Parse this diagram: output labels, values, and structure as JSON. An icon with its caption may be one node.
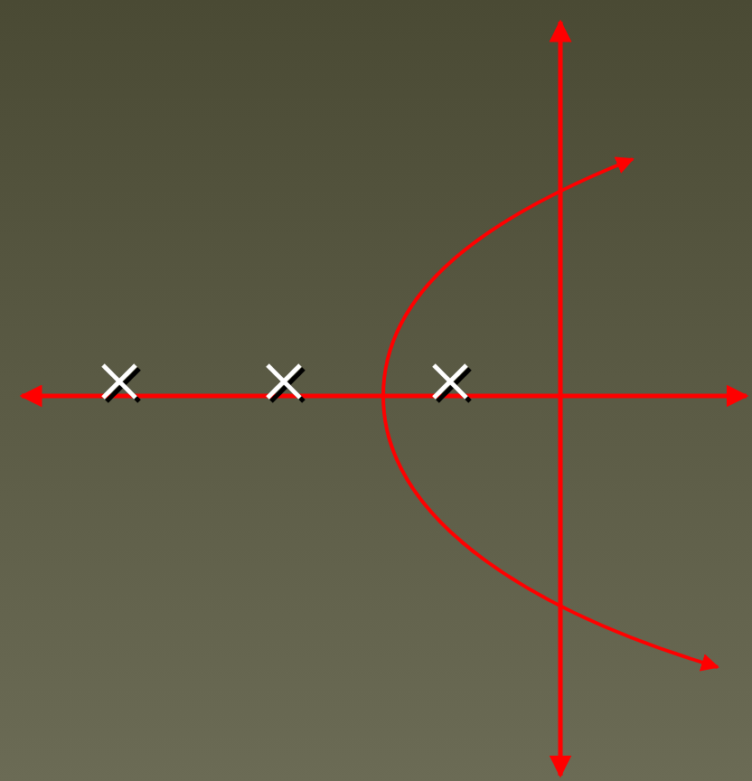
{
  "diagram": {
    "nodes": [
      {
        "text": [],
        "shape": "cross"
      },
      {
        "text": [],
        "shape": "cross"
      },
      {
        "text": [],
        "shape": "cross"
      }
    ]
  }
}
